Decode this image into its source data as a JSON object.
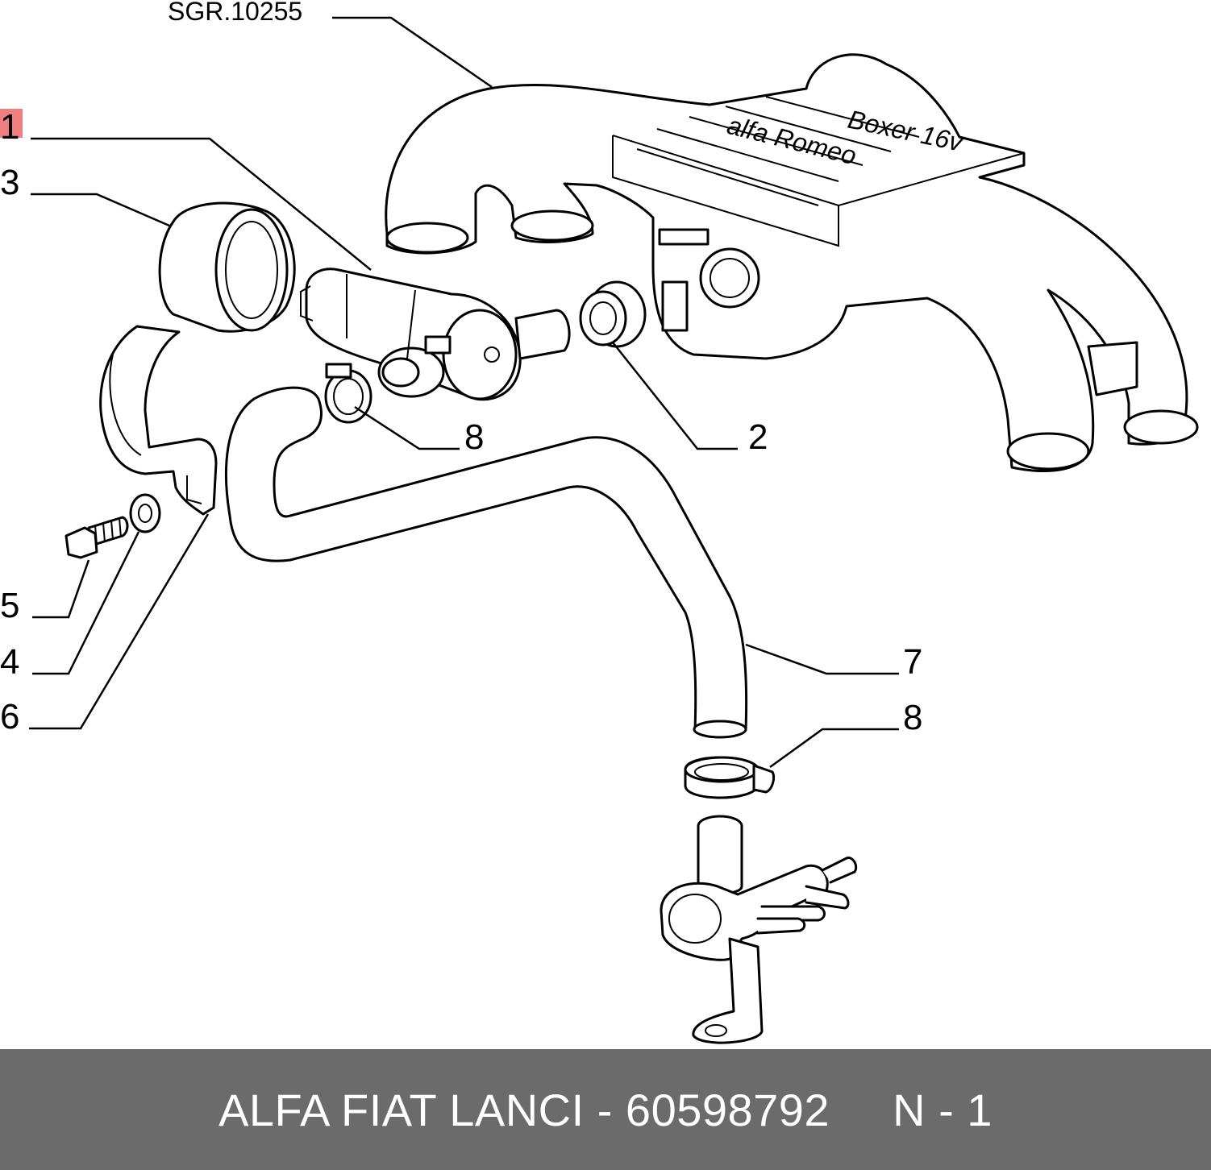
{
  "diagram": {
    "reference": "SGR.10255",
    "logo_text": "alfa Romeo",
    "engine_text": "Boxer 16v",
    "callouts": {
      "c1": "1",
      "c2": "2",
      "c3": "3",
      "c4": "4",
      "c5": "5",
      "c6": "6",
      "c7": "7",
      "c8a": "8",
      "c8b": "8"
    },
    "highlight_color": "#f08080"
  },
  "footer": {
    "brand": "ALFA FIAT LANCI",
    "separator": " - ",
    "part_number": "60598792",
    "position_label": "N - 1",
    "background": "#6b6b6b",
    "text_color": "#ffffff"
  }
}
